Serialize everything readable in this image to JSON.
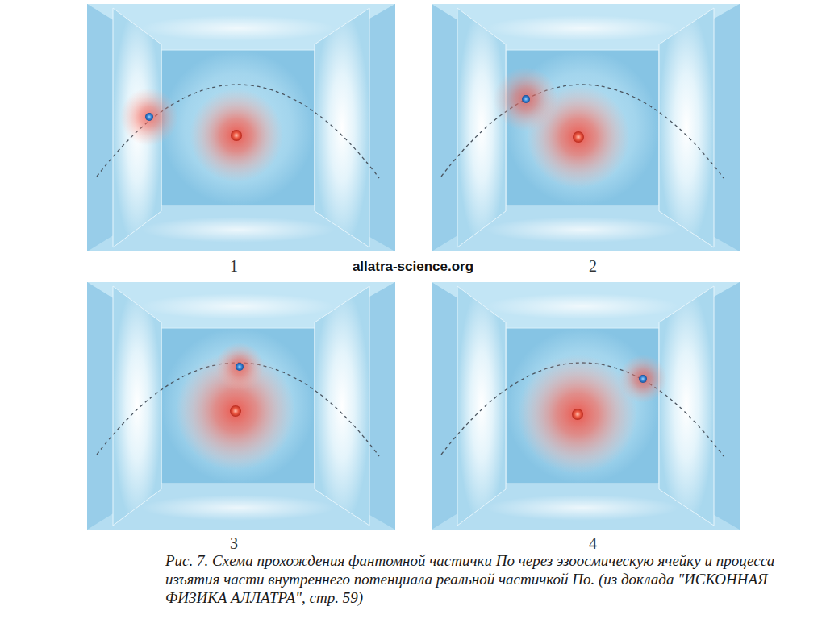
{
  "diagram": {
    "caption": "Рис. 7. Схема прохождения фантомной частички По через эзоосмическую ячейку и процесса изъятия части внутреннего потенциала реальной частичкой По. (из доклада \"ИСКОННАЯ ФИЗИКА АЛЛАТРА\", стр. 59)",
    "labels": [
      "1",
      "allatra-science.org",
      "2",
      "3",
      "4"
    ]
  }
}
